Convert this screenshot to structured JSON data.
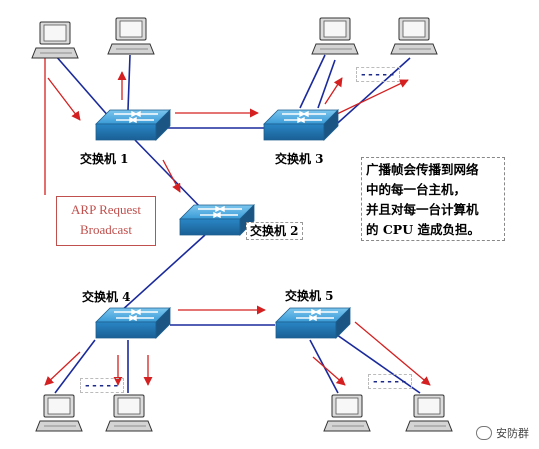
{
  "switches": [
    {
      "label": "交换机 1"
    },
    {
      "label": "交换机 3"
    },
    {
      "label": "交换机 2"
    },
    {
      "label": "交换机 4"
    },
    {
      "label": "交换机 5"
    }
  ],
  "arp_request": {
    "line1": "ARP Request",
    "line2": "Broadcast"
  },
  "note": {
    "line1": "广播帧会传播到网络",
    "line2": "中的每一台主机，",
    "line3": "并且对每一台计算机",
    "line4": "的 CPU 造成负担。"
  },
  "host_group_dots": "-----",
  "watermark": "安防群",
  "colors": {
    "link": "#1a2a9c",
    "arrow": "#d42020",
    "arp_border": "#c0504d",
    "switch": "#2f8fc9"
  }
}
